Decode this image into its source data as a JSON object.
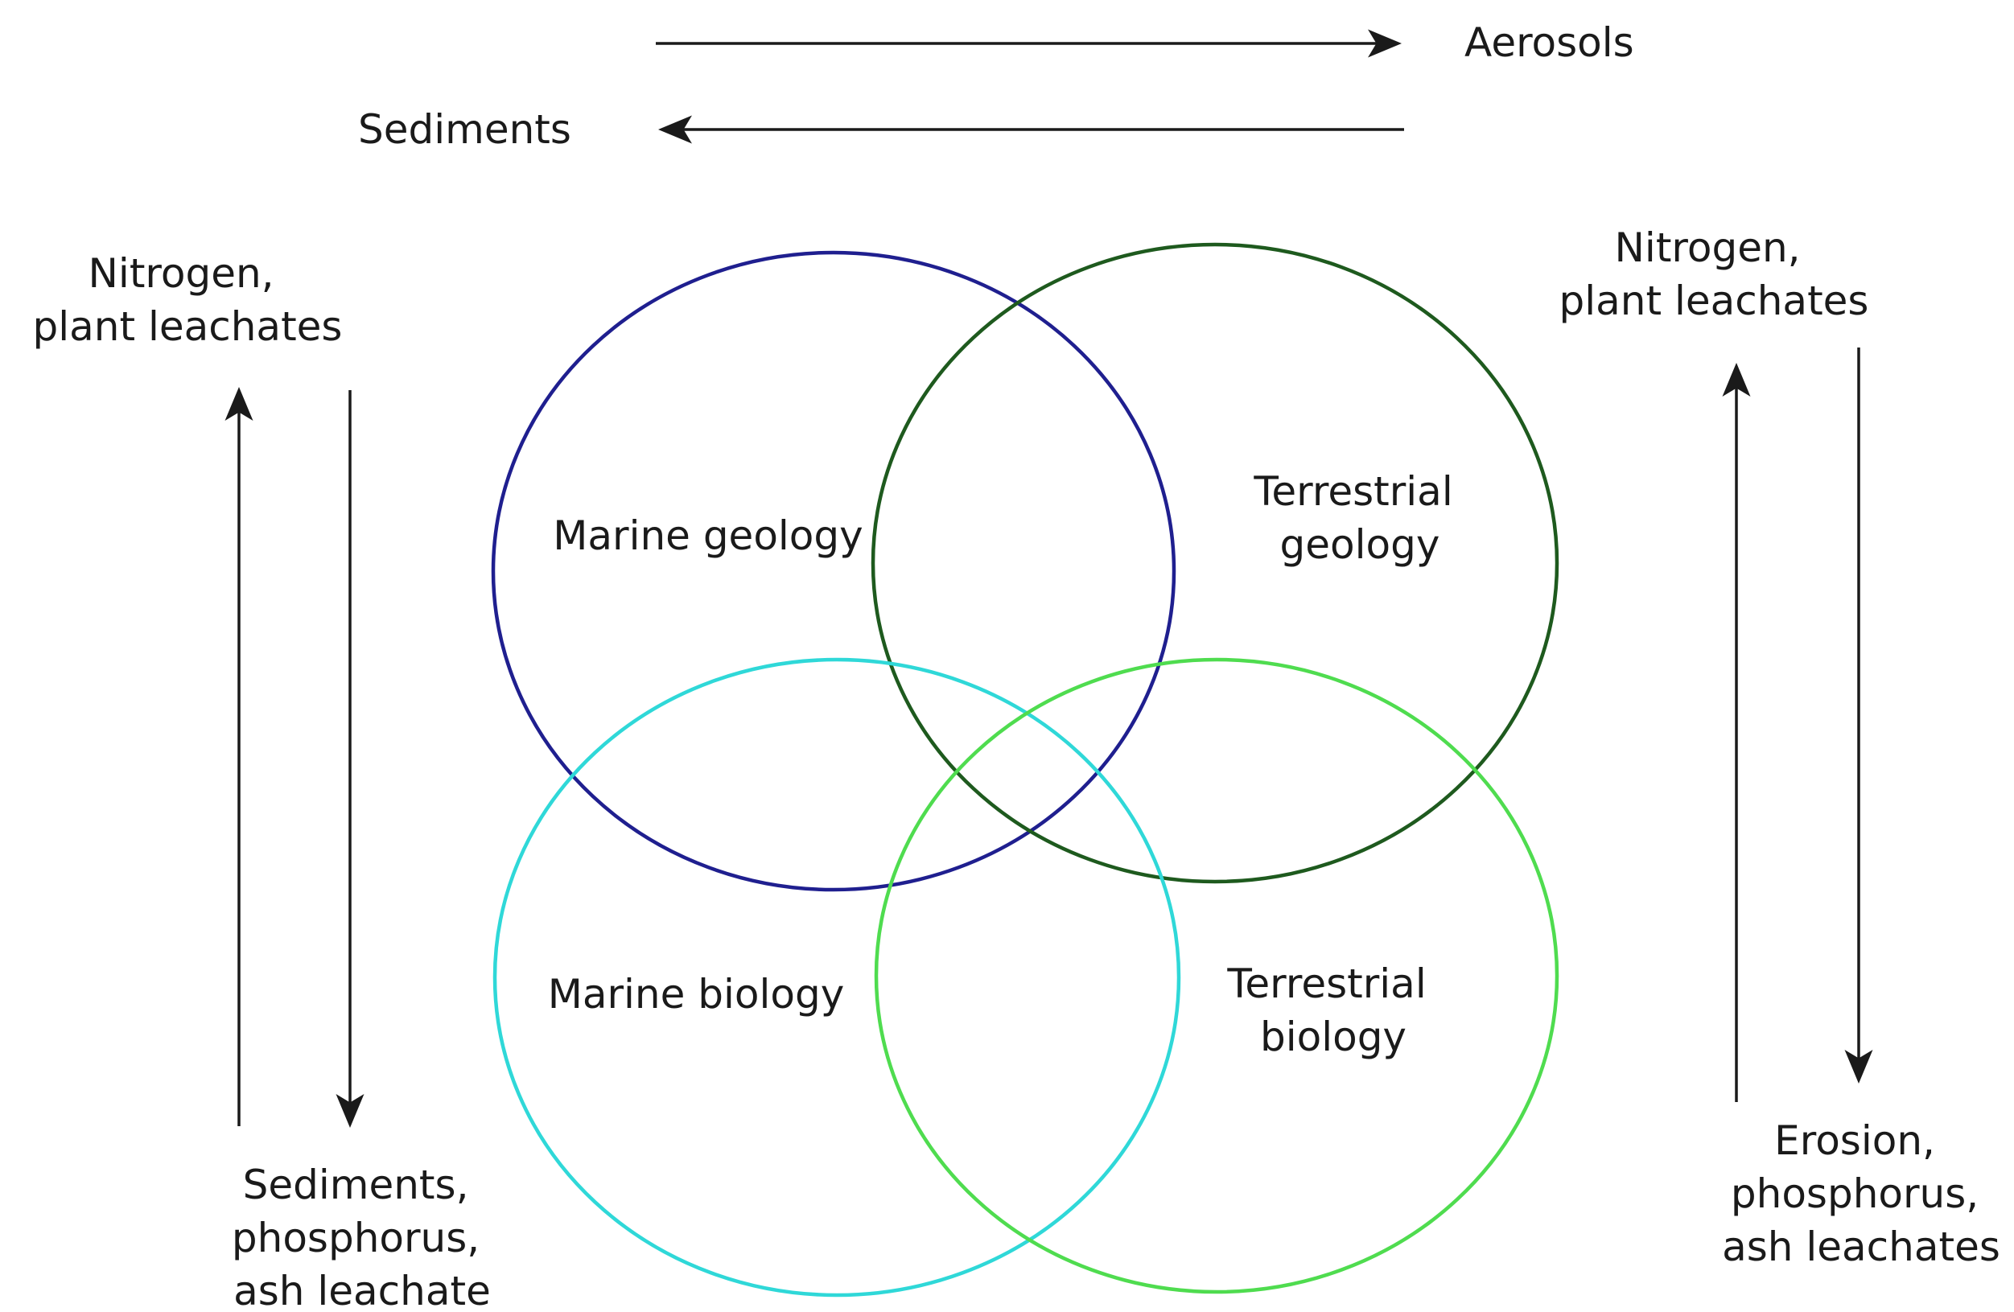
{
  "colors": {
    "marine_geology": "#1f1f8f",
    "terrestrial_geology": "#1e5a1e",
    "marine_biology": "#2fd8d8",
    "terrestrial_biology": "#4fdc4f",
    "arrows": "#1a1a1a"
  },
  "top": {
    "aerosols": "Aerosols",
    "sediments": "Sediments"
  },
  "circles": {
    "marine_geology": "Marine geology",
    "terrestrial_geology": [
      "Terrestrial",
      "geology"
    ],
    "marine_biology": "Marine biology",
    "terrestrial_biology": [
      "Terrestrial",
      "biology"
    ]
  },
  "left": {
    "top_label": [
      "Nitrogen,",
      "plant leachates"
    ],
    "bottom_label": [
      "Sediments,",
      "phosphorus,",
      "ash leachate"
    ]
  },
  "right": {
    "top_label": [
      "Nitrogen,",
      "plant leachates"
    ],
    "bottom_label": [
      "Erosion,",
      "phosphorus,",
      "ash leachates"
    ]
  }
}
